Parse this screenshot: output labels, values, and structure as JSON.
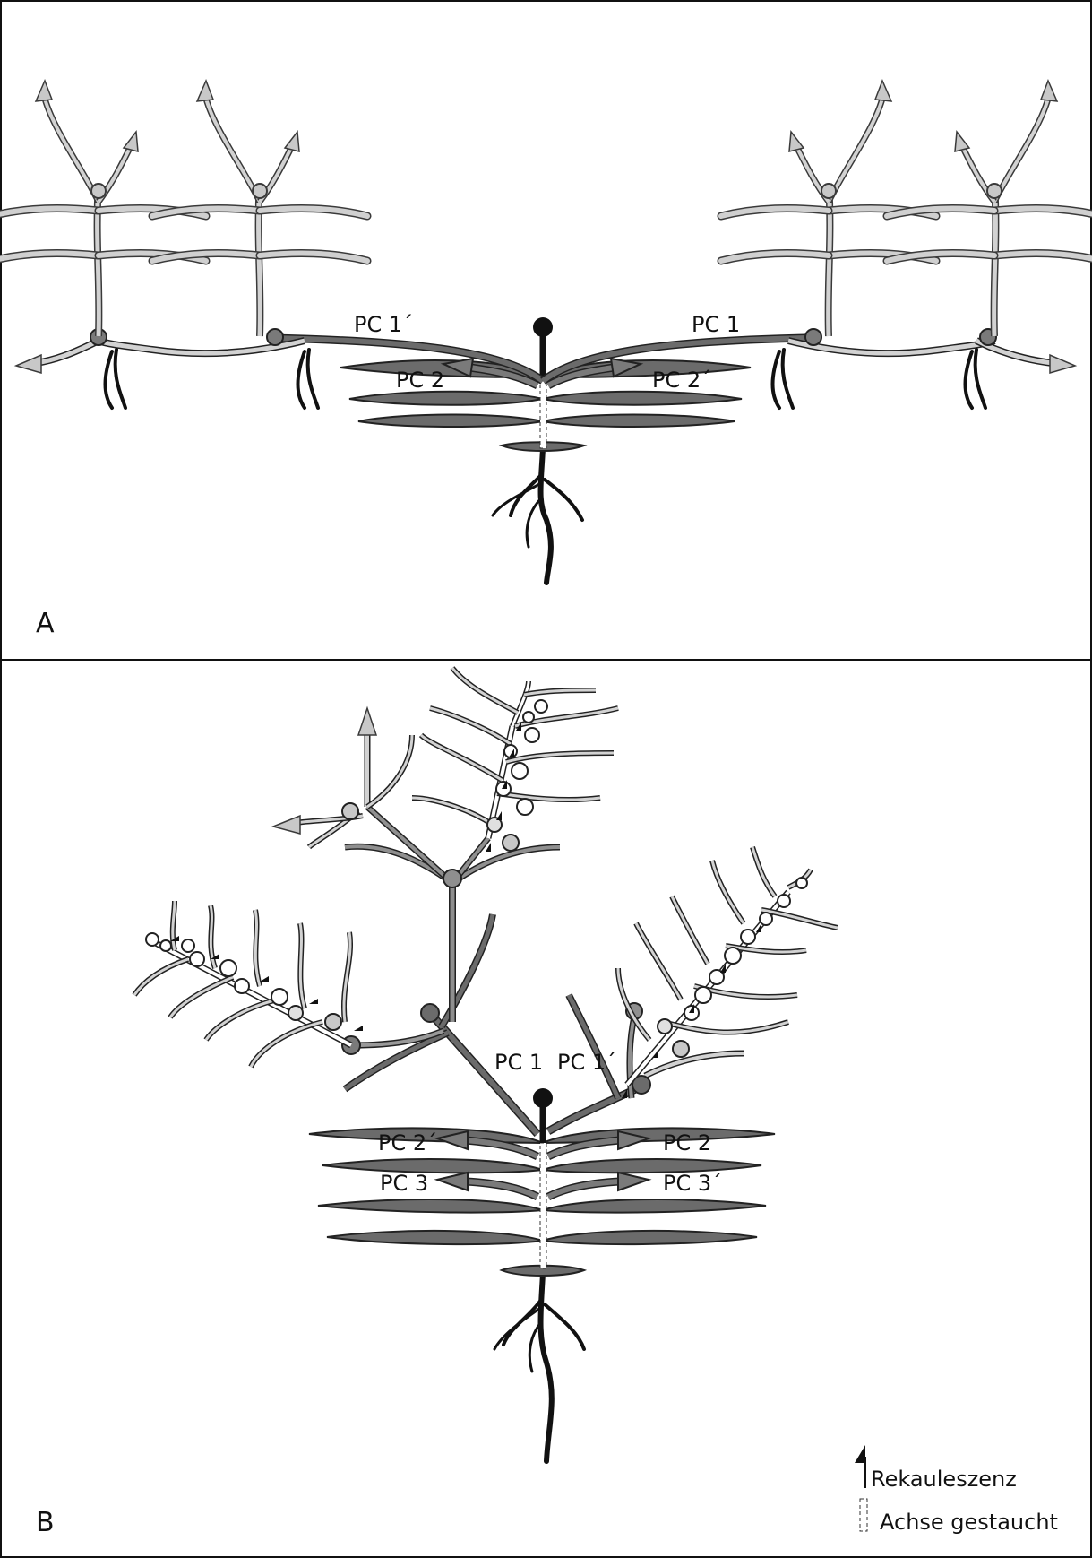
{
  "panels": [
    {
      "letter": "A",
      "labels": {
        "pc1_left": "PC 1´",
        "pc1_right": "PC 1",
        "pc2_left": "PC 2",
        "pc2_right": "PC 2´"
      }
    },
    {
      "letter": "B",
      "labels": {
        "pc1_left": "PC 1",
        "pc1_right": "PC 1´",
        "pc2_left": "PC 2´",
        "pc2_right": "PC 2",
        "pc3_left": "PC 3",
        "pc3_right": "PC 3´"
      }
    }
  ],
  "legend": {
    "recaulescence": "Rekauleszenz",
    "compressed_axis": "Achse gestaucht"
  },
  "colors": {
    "dark_leaf": "#6b6b6b",
    "mid_gray": "#8f8f8f",
    "light_gray": "#c8c8c8",
    "black": "#111111",
    "outline": "#3a3a3a"
  }
}
